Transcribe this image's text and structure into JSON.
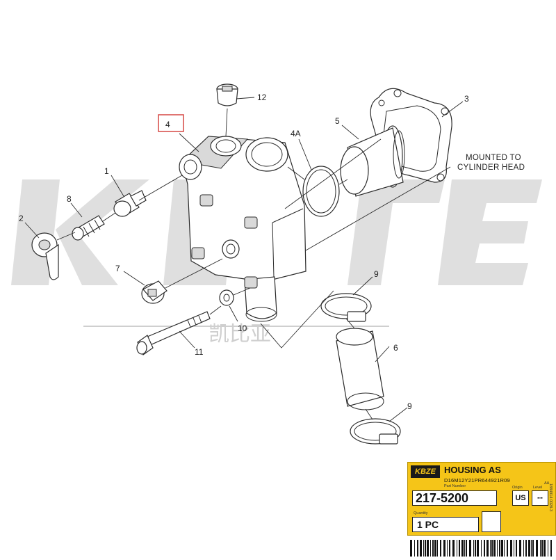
{
  "watermark": {
    "brand": "KBZE"
  },
  "callouts": {
    "c1": "1",
    "c2": "2",
    "c3": "3",
    "c4": "4",
    "c4a": "4A",
    "c5": "5",
    "c6": "6",
    "c7": "7",
    "c8": "8",
    "c9a": "9",
    "c9b": "9",
    "c10": "10",
    "c11": "11",
    "c12": "12"
  },
  "note": {
    "line1": "MOUNTED TO",
    "line2": "CYLINDER HEAD"
  },
  "label": {
    "logo": "KBZE",
    "title": "HOUSING AS",
    "code": "D16M12Y21PR644921R09",
    "part_number_caption": "Part Number",
    "part_number": "217-5200",
    "origin_caption": "Origin",
    "origin": "US",
    "level_caption": "Level",
    "level": "--",
    "level_top": "AA",
    "quantity_caption": "Quantity",
    "quantity": "1 PC",
    "side_code": "1884914 0028-3"
  },
  "colors": {
    "label_bg": "#f5c518",
    "highlight_box": "#d9534f",
    "watermark": "#c4c4c4"
  }
}
